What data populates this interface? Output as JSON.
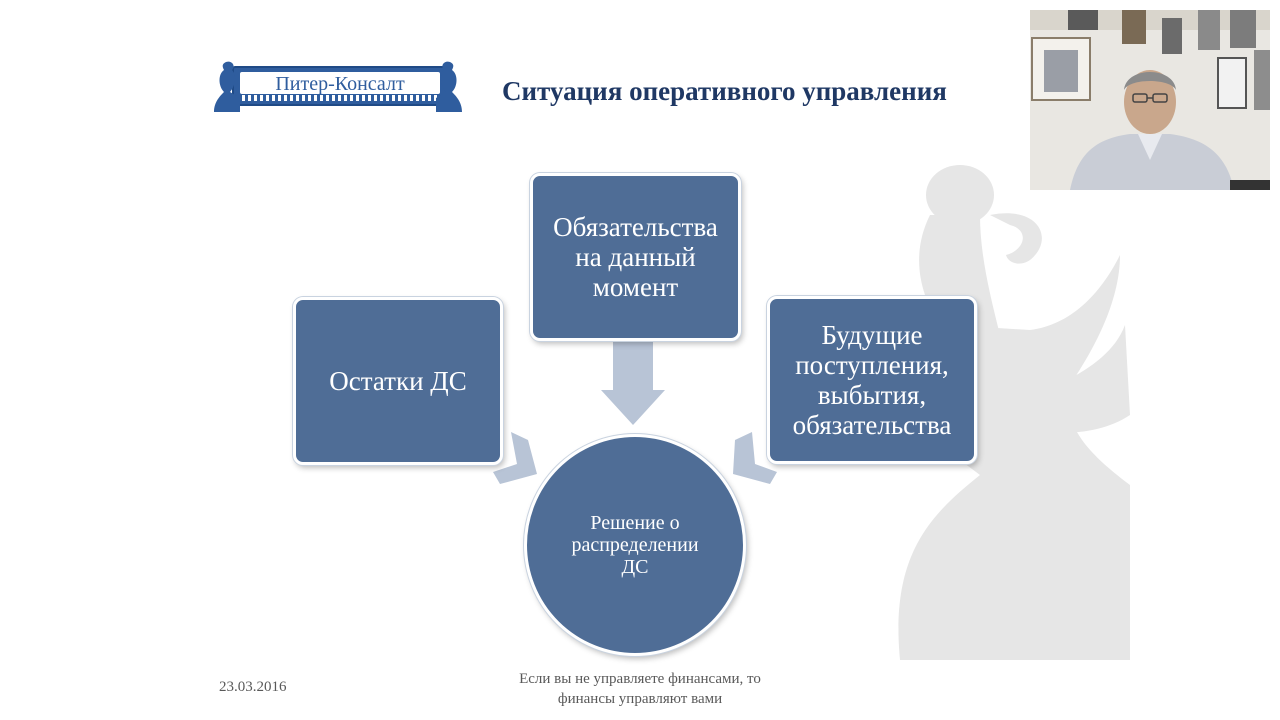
{
  "slide": {
    "logo_text": "Питер-Консалт",
    "title": "Ситуация оперативного управления",
    "boxes": {
      "balance": "Остатки ДС",
      "obligations": "Обязательства на данный момент",
      "future": "Будущие поступления, выбытия, обязательства"
    },
    "center": "Решение о распределении ДС",
    "footer": {
      "date": "23.03.2016",
      "quote_line1": "Если вы не управляете финансами, то",
      "quote_line2": "финансы управляют вами"
    }
  },
  "colors": {
    "box_fill": "#4f6d96",
    "title": "#1f3864",
    "logo": "#2f5d9e",
    "arrow": "#b8c4d6",
    "watermark": "#e6e6e6"
  },
  "icons": {
    "logo": "griffin-logo-icon",
    "watermark": "griffin-watermark-icon",
    "arrows": "arrow-down-icon"
  }
}
